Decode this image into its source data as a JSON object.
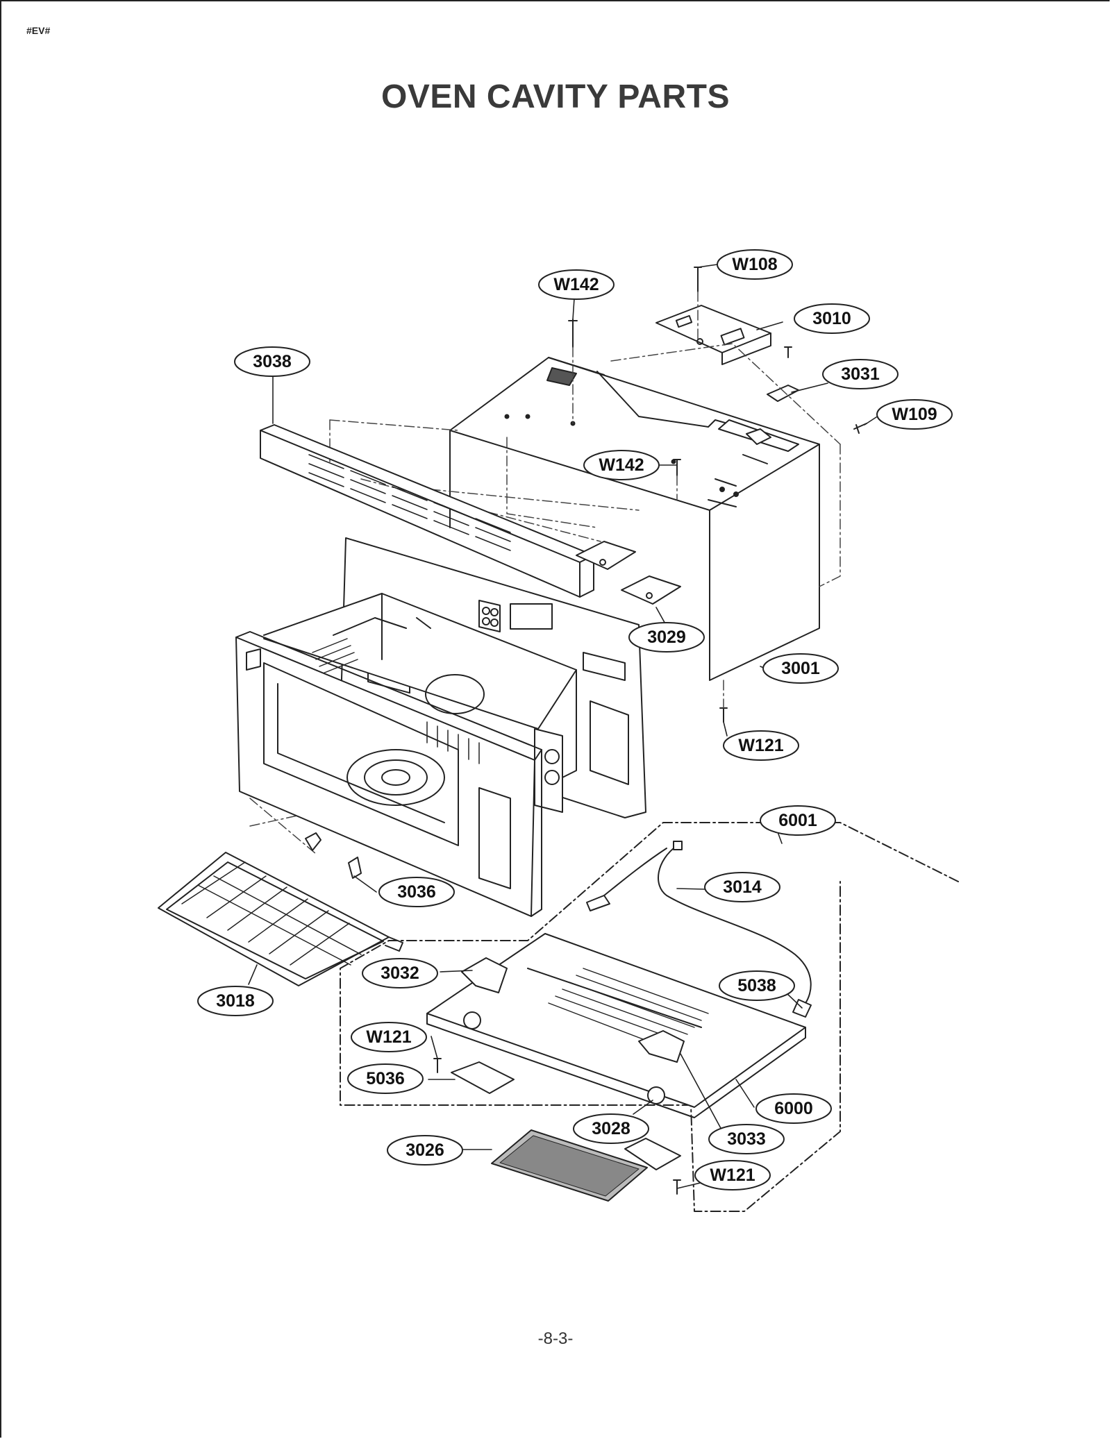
{
  "header": {
    "code": "#EV#"
  },
  "title": "OVEN CAVITY PARTS",
  "footer": {
    "page": "-8-3-"
  },
  "callouts": {
    "W108": "W108",
    "W142a": "W142",
    "c3010": "3010",
    "c3038": "3038",
    "c3031": "3031",
    "W109": "W109",
    "W142b": "W142",
    "c3029": "3029",
    "c3001": "3001",
    "W121a": "W121",
    "c6001": "6001",
    "c3014": "3014",
    "c3036": "3036",
    "c3032": "3032",
    "c5038": "5038",
    "c3018": "3018",
    "W121b": "W121",
    "c5036": "5036",
    "c6000": "6000",
    "c3028": "3028",
    "c3033": "3033",
    "c3026": "3026",
    "W121c": "W121"
  }
}
